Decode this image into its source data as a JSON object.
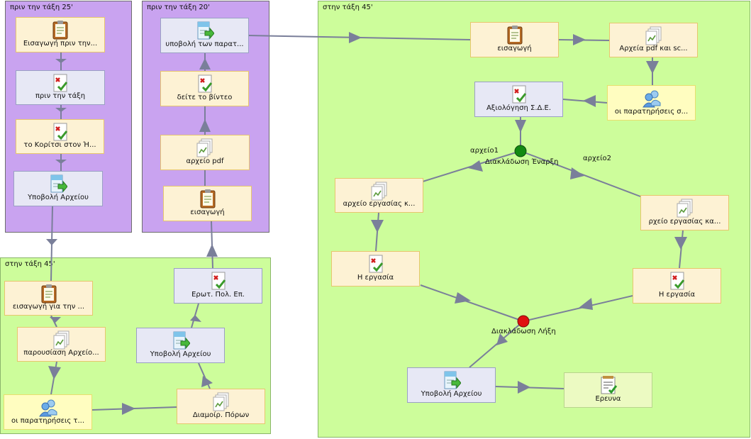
{
  "groups": {
    "g1": "πριν την τάξη 25'",
    "g2": "πριν την τάξη 20'",
    "g3": "στην τάξη 45'",
    "g4": "στην τάξη 45'"
  },
  "nodes": {
    "n1": "Εισαγωγή πριν την...",
    "n2": "πριν την τάξη",
    "n3": "το Κορίτσι στον Ή...",
    "n4": "Υποβολή Αρχείου",
    "n5": "υποβολή των παρατ...",
    "n6": "δείτε το βίντεο",
    "n7": "αρχείο pdf",
    "n8": "εισαγωγή",
    "n9": "εισαγωγή για την ...",
    "n10": "παρουσίαση Αρχείο...",
    "n11": "οι παρατηρήσεις τ...",
    "n12": "Ερωτ. Πολ. Επ.",
    "n13": "Υποβολή Αρχείου",
    "n14": "Διαμοίρ. Πόρων",
    "n15": "εισαγωγή",
    "n16": "Αρχεία pdf και sc...",
    "n17": "Αξιολόγηση Σ.Δ.Ε.",
    "n18": "οι παρατηρήσεις σ...",
    "n19": "αρχείο εργασίας κ...",
    "n20": "ρχείο εργασίας κα...",
    "n21": "Η εργασία",
    "n22": "Η εργασία",
    "n23": "Υποβολή Αρχείου",
    "n24": "Ερευνα"
  },
  "branch": {
    "start": "Διακλάδωση Έναρξη",
    "end": "Διακλάδωση Λήξη",
    "path1": "αρχείο1",
    "path2": "αρχείο2"
  },
  "colors": {
    "purple_group": "#c9a3f0",
    "green_group": "#cdfd9b",
    "edge": "#7a7f9a",
    "start_dot": "#138a13",
    "end_dot": "#e01010"
  }
}
